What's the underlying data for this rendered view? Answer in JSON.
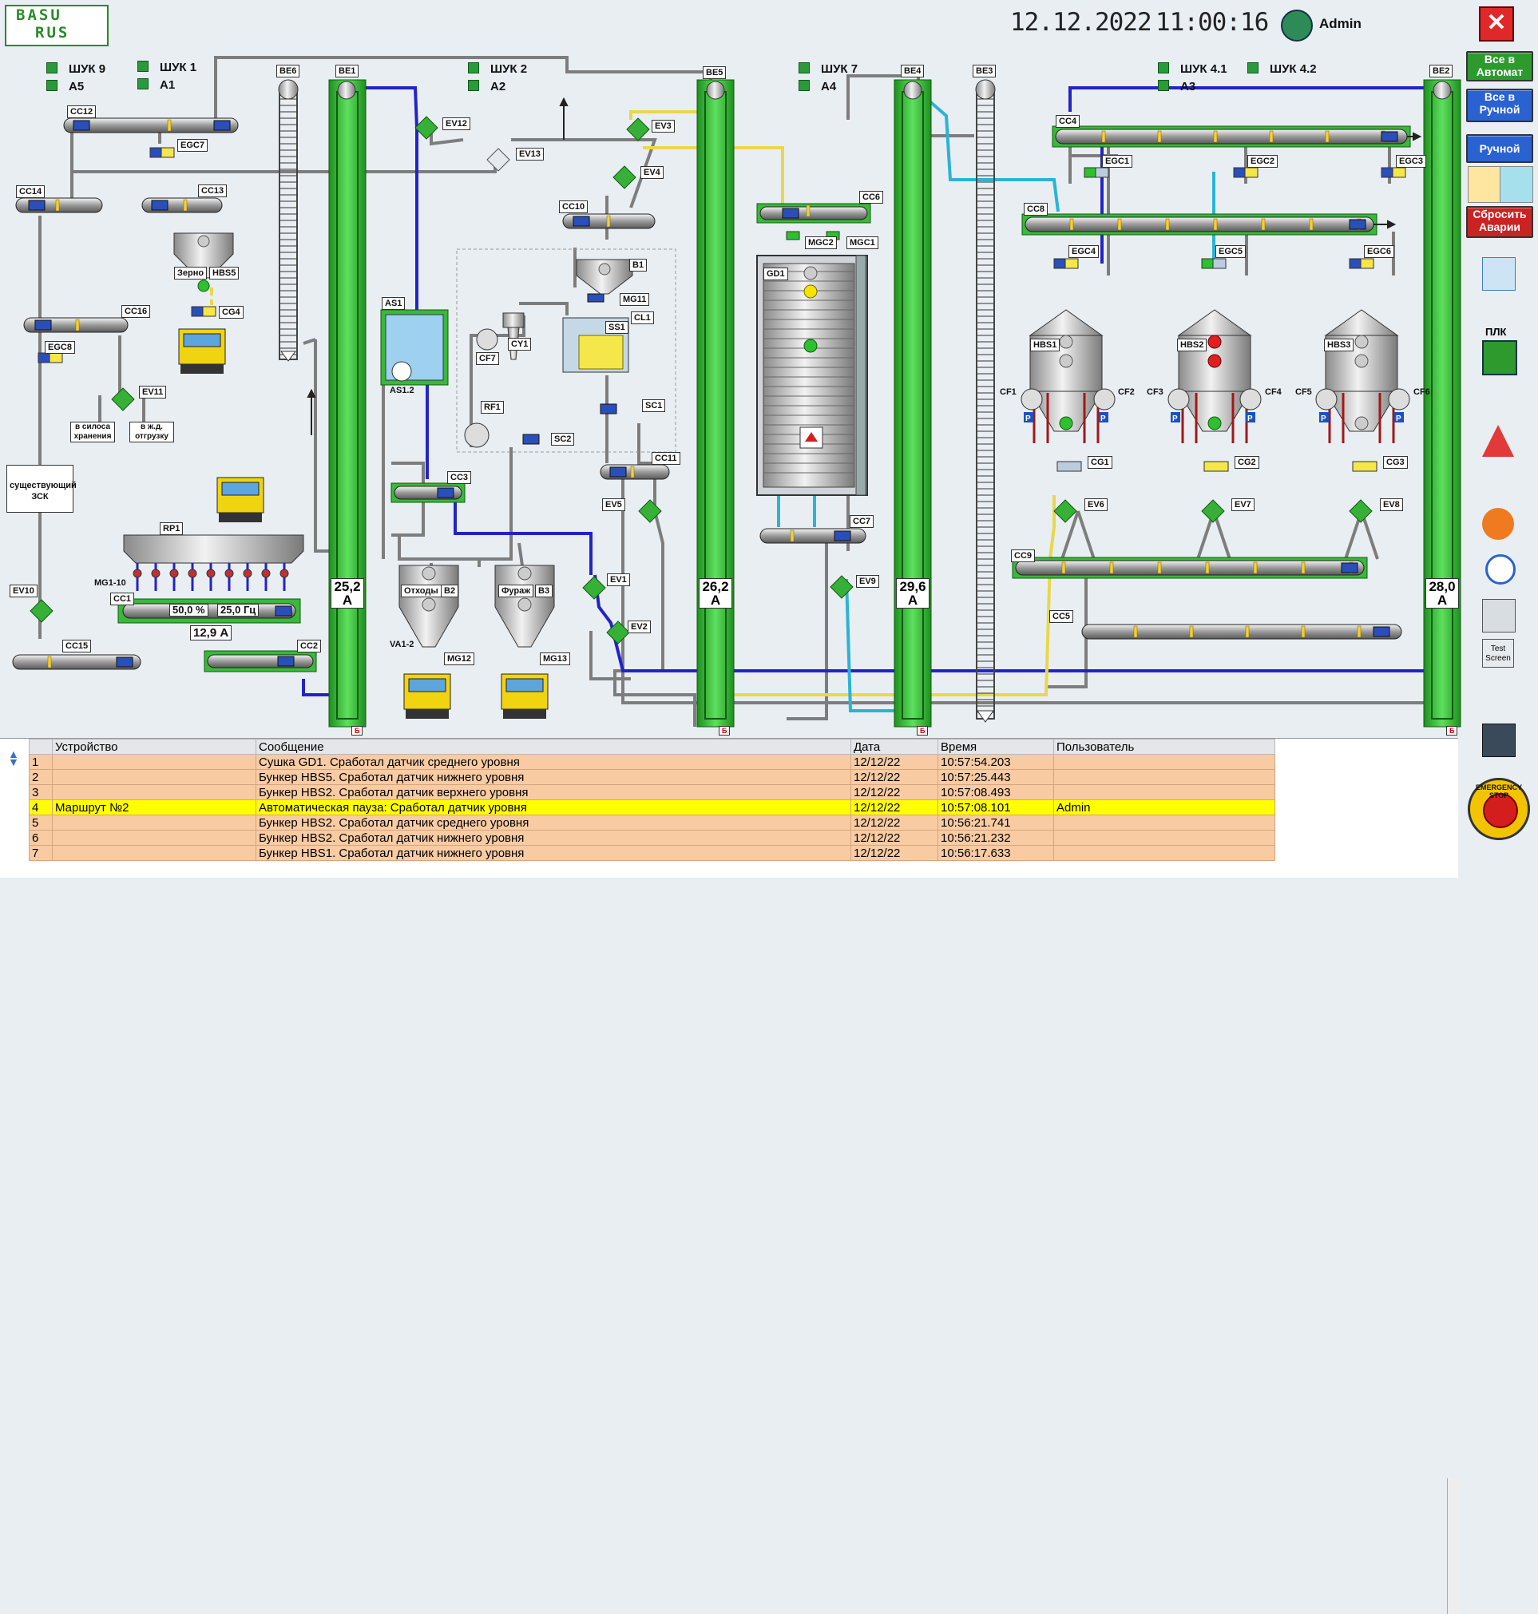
{
  "header": {
    "logo_top": "BASU",
    "logo_bottom": "RUS",
    "date": "12.12.2022",
    "time": "11:00:16",
    "user": "Admin"
  },
  "sidebar": {
    "all_auto": "Все в Автомат",
    "all_manual": "Все в Ручной",
    "manual": "Ручной",
    "reset_alarms": "Сбросить Аварии",
    "plc": "ПЛК",
    "test_screen": "Test Screen",
    "emergency": "EMERGENCY STOP"
  },
  "indicators": [
    {
      "label": "ШУК 9"
    },
    {
      "label": "А5"
    },
    {
      "label": "ШУК 1"
    },
    {
      "label": "А1"
    },
    {
      "label": "ШУК 2"
    },
    {
      "label": "А2"
    },
    {
      "label": "ШУК 7"
    },
    {
      "label": "А4"
    },
    {
      "label": "ШУК 4.1"
    },
    {
      "label": "А3"
    },
    {
      "label": "ШУК 4.2"
    }
  ],
  "elevators": [
    {
      "name": "BE1",
      "current": "25,2",
      "unit": "А"
    },
    {
      "name": "BE5",
      "current": "26,2",
      "unit": "А"
    },
    {
      "name": "BE4",
      "current": "29,6",
      "unit": "А"
    },
    {
      "name": "BE2",
      "current": "28,0",
      "unit": "А"
    },
    {
      "name": "BE6"
    },
    {
      "name": "BE3"
    }
  ],
  "labels": {
    "cc12": "CC12",
    "egc7": "EGC7",
    "cc14": "CC14",
    "cc13": "CC13",
    "hbs5_text": "Зерно",
    "hbs5": "HBS5",
    "cg4": "CG4",
    "cc16": "CC16",
    "egc8": "EGC8",
    "ev11": "EV11",
    "silo": "в силоса хранения",
    "rail": "в ж.д. отгрузку",
    "zsk": "существующий ЗСК",
    "ev10": "EV10",
    "cc15": "CC15",
    "rp1": "RP1",
    "mg110": "MG1-10",
    "cc1": "CC1",
    "percent": "50,0",
    "percent_unit": "%",
    "freq": "25,0",
    "freq_unit": "Гц",
    "cc1_current": "12,9 А",
    "cc2": "CC2",
    "ev12": "EV12",
    "ev13": "EV13",
    "as1": "AS1",
    "as12": "AS1.2",
    "cc3": "CC3",
    "cf7": "CF7",
    "cy1": "CY1",
    "rf1": "RF1",
    "ev3": "EV3",
    "ev4": "EV4",
    "cc10": "CC10",
    "b1": "B1",
    "mg11": "MG11",
    "cl1": "CL1",
    "ss1": "SS1",
    "sc1": "SC1",
    "sc2": "SC2",
    "cc11": "CC11",
    "ev5": "EV5",
    "b2_text": "Отходы",
    "b2": "B2",
    "b3_text": "Фураж",
    "b3": "B3",
    "va12": "VA1-2",
    "mg12": "MG12",
    "mg13": "MG13",
    "ev1": "EV1",
    "ev2": "EV2",
    "cc6": "CC6",
    "mgc2": "MGC2",
    "mgc1": "MGC1",
    "gd1": "GD1",
    "cc7": "CC7",
    "ev9": "EV9",
    "cc4": "CC4",
    "egc1": "EGC1",
    "egc2": "EGC2",
    "egc3": "EGC3",
    "cc8": "CC8",
    "egc4": "EGC4",
    "egc5": "EGC5",
    "egc6": "EGC6",
    "hbs1": "HBS1",
    "hbs2": "HBS2",
    "hbs3": "HBS3",
    "cf1": "CF1",
    "cf2": "CF2",
    "cf3": "CF3",
    "cf4": "CF4",
    "cf5": "CF5",
    "cf6": "CF6",
    "cg1": "CG1",
    "cg2": "CG2",
    "cg3": "CG3",
    "ev6": "EV6",
    "ev7": "EV7",
    "ev8": "EV8",
    "cc9": "CC9",
    "cc5": "CC5",
    "boot": "Б",
    "p": "P"
  },
  "events": {
    "columns": [
      "Устройство",
      "Сообщение",
      "Дата",
      "Время",
      "Пользователь"
    ],
    "rows": [
      {
        "n": "1",
        "device": "",
        "message": "Сушка GD1. Сработал датчик среднего уровня",
        "date": "12/12/22",
        "time": "10:57:54.203",
        "user": ""
      },
      {
        "n": "2",
        "device": "",
        "message": "Бункер HBS5. Сработал датчик нижнего уровня",
        "date": "12/12/22",
        "time": "10:57:25.443",
        "user": ""
      },
      {
        "n": "3",
        "device": "",
        "message": "Бункер HBS2. Сработал датчик верхнего уровня",
        "date": "12/12/22",
        "time": "10:57:08.493",
        "user": ""
      },
      {
        "n": "4",
        "device": "Маршрут №2",
        "message": "Автоматическая пауза: Сработал датчик уровня",
        "date": "12/12/22",
        "time": "10:57:08.101",
        "user": "Admin"
      },
      {
        "n": "5",
        "device": "",
        "message": "Бункер HBS2. Сработал датчик среднего уровня",
        "date": "12/12/22",
        "time": "10:56:21.741",
        "user": ""
      },
      {
        "n": "6",
        "device": "",
        "message": "Бункер HBS2. Сработал датчик нижнего уровня",
        "date": "12/12/22",
        "time": "10:56:21.232",
        "user": ""
      },
      {
        "n": "7",
        "device": "",
        "message": "Бункер HBS1. Сработал датчик нижнего уровня",
        "date": "12/12/22",
        "time": "10:56:17.633",
        "user": ""
      }
    ]
  },
  "colors": {
    "elevator_green": "#37c237",
    "pipe_blue": "#2323c8",
    "pipe_yellow": "#e8d84a",
    "pipe_cyan": "#2bb3d6",
    "pipe_gray": "#7d7d7d",
    "alarm_row": "#ffff00",
    "event_row": "#f8cba3"
  }
}
